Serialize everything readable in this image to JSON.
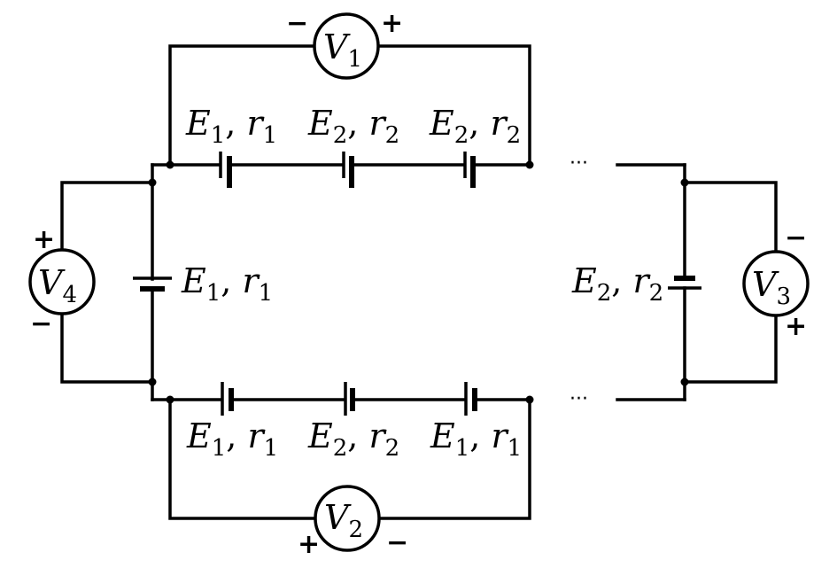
{
  "voltmeters": {
    "v1": {
      "letter": "V",
      "sub": "1",
      "left_sign": "−",
      "right_sign": "+"
    },
    "v2": {
      "letter": "V",
      "sub": "2",
      "left_sign": "+",
      "right_sign": "−"
    },
    "v3": {
      "letter": "V",
      "sub": "3",
      "top_sign": "−",
      "bottom_sign": "+"
    },
    "v4": {
      "letter": "V",
      "sub": "4",
      "top_sign": "+",
      "bottom_sign": "−"
    }
  },
  "top_cells": [
    {
      "e": "E",
      "e_sub": "1",
      "r": "r",
      "r_sub": "1"
    },
    {
      "e": "E",
      "e_sub": "2",
      "r": "r",
      "r_sub": "2"
    },
    {
      "e": "E",
      "e_sub": "2",
      "r": "r",
      "r_sub": "2"
    }
  ],
  "bottom_cells": [
    {
      "e": "E",
      "e_sub": "1",
      "r": "r",
      "r_sub": "1"
    },
    {
      "e": "E",
      "e_sub": "2",
      "r": "r",
      "r_sub": "2"
    },
    {
      "e": "E",
      "e_sub": "1",
      "r": "r",
      "r_sub": "1"
    }
  ],
  "left_cell": {
    "e": "E",
    "e_sub": "1",
    "r": "r",
    "r_sub": "1"
  },
  "right_cell": {
    "e": "E",
    "e_sub": "2",
    "r": "r",
    "r_sub": "2"
  },
  "separator": ",",
  "ellipsis": "···"
}
